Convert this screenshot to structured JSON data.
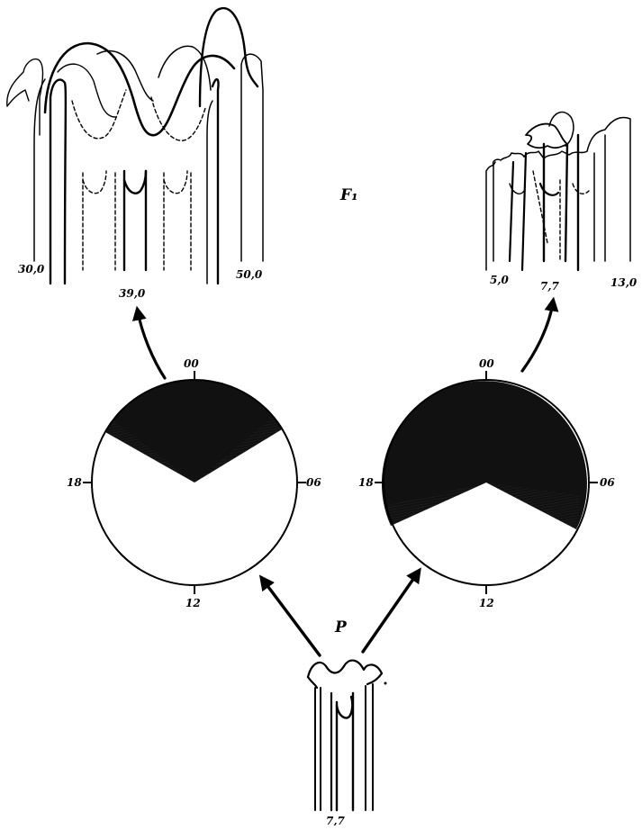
{
  "generation_labels": {
    "parent": "P",
    "f1": "F₁"
  },
  "parent_sketch": {
    "value_label": "7,7"
  },
  "left_offspring": {
    "value_labels": [
      "30,0",
      "39,0",
      "50,0"
    ]
  },
  "right_offspring": {
    "value_labels": [
      "5,0",
      "7,7",
      "13,0"
    ]
  },
  "left_clock": {
    "hour_labels": {
      "top": "00",
      "right": "06",
      "bottom": "12",
      "left": "18"
    }
  },
  "right_clock": {
    "hour_labels": {
      "top": "00",
      "right": "06",
      "bottom": "12",
      "left": "18"
    }
  },
  "colors": {
    "ink": "#000000",
    "paper": "#ffffff",
    "hatch": "#555555"
  }
}
